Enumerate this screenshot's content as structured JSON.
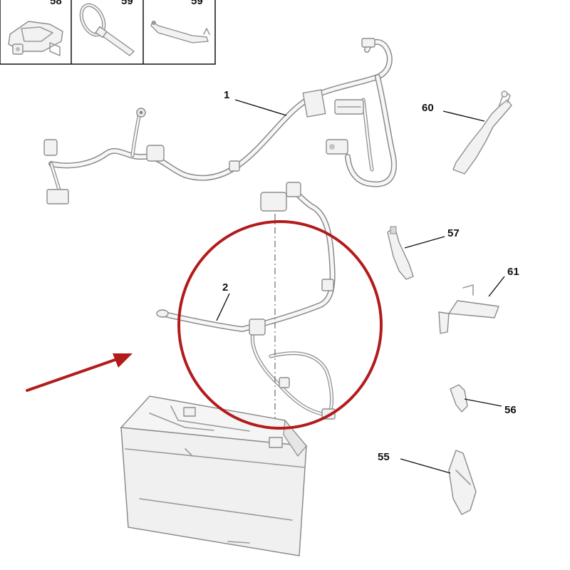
{
  "colors": {
    "highlight": "#b31b1b",
    "part_line": "#8a8a8a",
    "part_fill": "#f2f2f2",
    "callout_text": "#111111"
  },
  "callouts": {
    "harness_main": "1",
    "battery_cable": "2",
    "bracket_60": "60",
    "bracket_57": "57",
    "bracket_61": "61",
    "clip_56": "56",
    "bracket_55": "55"
  },
  "inset_labels": {
    "box1": "58",
    "box2": "59",
    "box3": "59"
  },
  "annotations": {
    "highlight_shape": "circle",
    "pointer_shape": "arrow"
  }
}
